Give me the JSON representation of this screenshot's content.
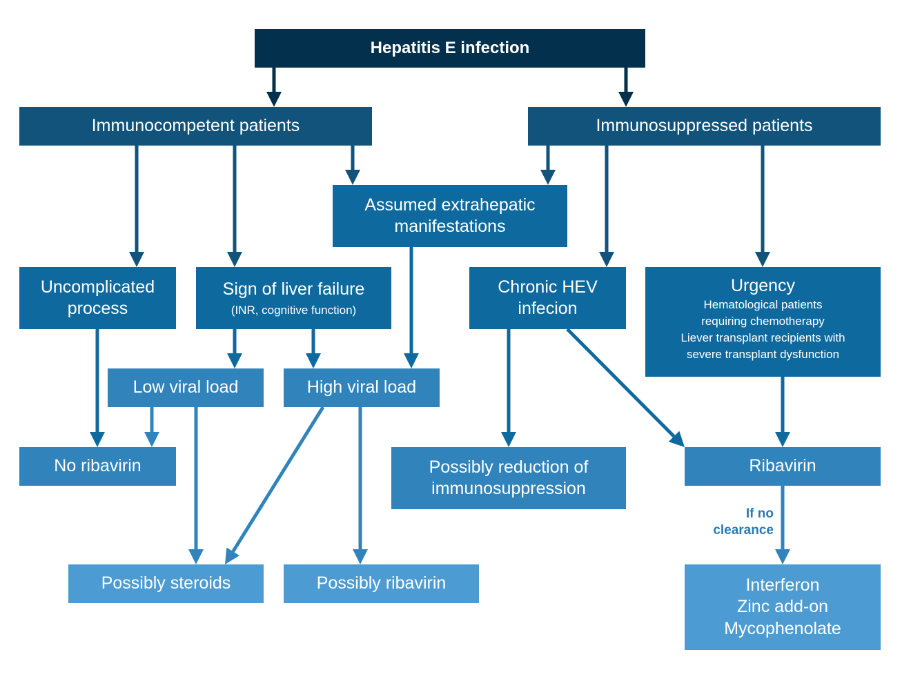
{
  "title": "Hepatitis E infection",
  "nodes": {
    "root": {
      "label": "Hepatitis E infection"
    },
    "immunocompetent": {
      "label": "Immunocompetent patients"
    },
    "immunosuppressed": {
      "label": "Immunosuppressed patients"
    },
    "extrahepatic": {
      "line1": "Assumed extrahepatic",
      "line2": "manifestations"
    },
    "uncomplicated": {
      "line1": "Uncomplicated",
      "line2": "process"
    },
    "liver_failure": {
      "label": "Sign of liver failure",
      "sub": "(INR, cognitive function)"
    },
    "chronic_hev": {
      "line1": "Chronic HEV",
      "line2": "infecion"
    },
    "urgency": {
      "label": "Urgency",
      "details": [
        "Hematological patients",
        "requiring chemotherapy",
        "Liever transplant recipients with",
        "severe transplant dysfunction"
      ]
    },
    "low_viral": {
      "label": "Low viral load"
    },
    "high_viral": {
      "label": "High viral load"
    },
    "no_ribavirin": {
      "label": "No ribavirin"
    },
    "reduction": {
      "line1": "Possibly reduction of",
      "line2": "immunosuppression"
    },
    "ribavirin": {
      "label": "Ribavirin"
    },
    "steroids": {
      "label": "Possibly steroids"
    },
    "possibly_ribavirin": {
      "label": "Possibly ribavirin"
    },
    "interferon": {
      "lines": [
        "Interferon",
        "Zinc add-on",
        "Mycophenolate"
      ]
    }
  },
  "edge_note": {
    "line1": "If no",
    "line2": "clearance"
  },
  "colors": {
    "level0": "#03304c",
    "level1": "#12537b",
    "level2": "#0e6a9e",
    "level3": "#3084bb",
    "level4": "#4c9cd3"
  }
}
